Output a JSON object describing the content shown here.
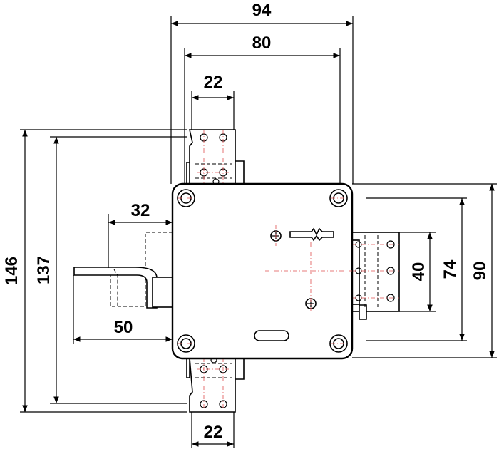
{
  "drawing": {
    "dimensions": {
      "top_width_outer": "94",
      "top_width_inner": "80",
      "top_plate_width": "22",
      "bottom_plate_width": "22",
      "bolt_offset": "32",
      "bolt_throw": "50",
      "left_height_outer": "146",
      "left_height_inner": "137",
      "right_height_40": "40",
      "right_height_74": "74",
      "right_height_90": "90"
    },
    "colors": {
      "line": "#000000",
      "centerline": "#e05050",
      "background": "#ffffff"
    }
  }
}
